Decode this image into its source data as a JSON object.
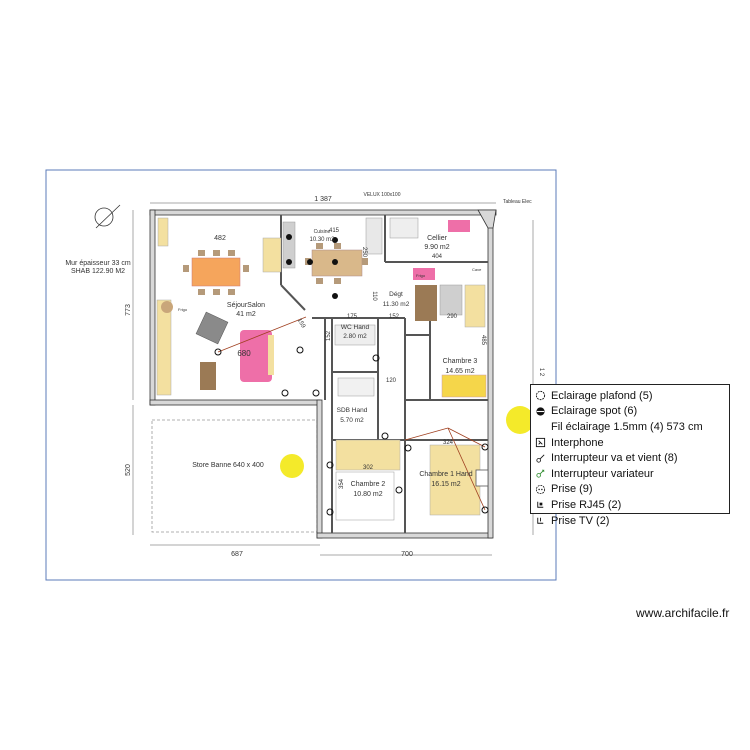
{
  "plan": {
    "header_dimension": "1 387",
    "velux_label": "VELUX 100x100",
    "tableau_label": "Tableau Elec",
    "wall_note": "Mur épaisseur 33 cm",
    "shab_note": "SHAB 122.90 M2",
    "left_dims": [
      "773",
      "520"
    ],
    "bottom_dims": [
      "687",
      "700"
    ],
    "right_dim": "1 2",
    "rooms": [
      {
        "name": "SéjourSalon",
        "area": "41  m2"
      },
      {
        "name": "Cuisine",
        "area": "10.30  m2"
      },
      {
        "name": "Cellier",
        "area": "9.90 m2"
      },
      {
        "name": "Dégt",
        "area": "11.30  m2"
      },
      {
        "name": "WC Hand",
        "area": "2.80  m2"
      },
      {
        "name": "SDB Hand",
        "area": "5.70  m2"
      },
      {
        "name": "Chambre 3",
        "area": "14.65  m2"
      },
      {
        "name": "Chambre 2",
        "area": "10.80  m2"
      },
      {
        "name": "Chambre 1 Hand",
        "area": "16.15 m2"
      },
      {
        "name": "Store Banne 640 x 400",
        "area": ""
      }
    ],
    "interior_dims": [
      "482",
      "680",
      "415",
      "404",
      "159",
      "175",
      "152",
      "110",
      "290",
      "120",
      "302",
      "324",
      "485",
      "250",
      "152",
      "354"
    ],
    "fixture_labels": [
      "Frigo",
      "Frigo",
      "Cave"
    ]
  },
  "legend": {
    "items": [
      {
        "icon": "ceiling-light-icon",
        "label": "Eclairage plafond (5)"
      },
      {
        "icon": "spotlight-icon",
        "label": "Eclairage spot (6)"
      },
      {
        "icon": "wire-icon",
        "label": "Fil éclairage 1.5mm (4) 573 cm"
      },
      {
        "icon": "intercom-icon",
        "label": "Interphone"
      },
      {
        "icon": "two-way-switch-icon",
        "label": "Interrupteur va et vient (8)"
      },
      {
        "icon": "dimmer-switch-icon",
        "label": "Interrupteur variateur"
      },
      {
        "icon": "outlet-icon",
        "label": "Prise (9)"
      },
      {
        "icon": "rj45-outlet-icon",
        "label": "Prise  RJ45 (2)"
      },
      {
        "icon": "tv-outlet-icon",
        "label": "Prise  TV (2)"
      }
    ]
  },
  "footer": {
    "site": "www.archifacile.fr"
  }
}
